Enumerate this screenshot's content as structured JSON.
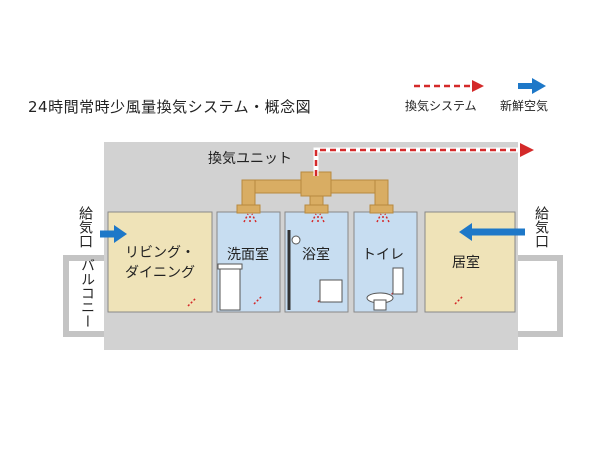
{
  "title": "24時間常時少風量換気システム・概念図",
  "legend": {
    "ventilation": {
      "label": "換気システム",
      "color": "#d42a2a"
    },
    "fresh_air": {
      "label": "新鮮空気",
      "color": "#1e78c8"
    }
  },
  "unit_label": "換気ユニット",
  "rooms": {
    "living_line1": "リビング・",
    "living_line2": "ダイニング",
    "washroom": "洗面室",
    "bathroom": "浴室",
    "toilet": "トイレ",
    "bedroom": "居室"
  },
  "left_inlet": "給気口",
  "balcony": "バルコニー",
  "right_inlet": "給気口",
  "colors": {
    "house_bg": "#d2d2d2",
    "room_beige": "#efe3b8",
    "room_blue": "#c7ddf1",
    "duct": "#d9ad63",
    "duct_edge": "#b8893f"
  }
}
